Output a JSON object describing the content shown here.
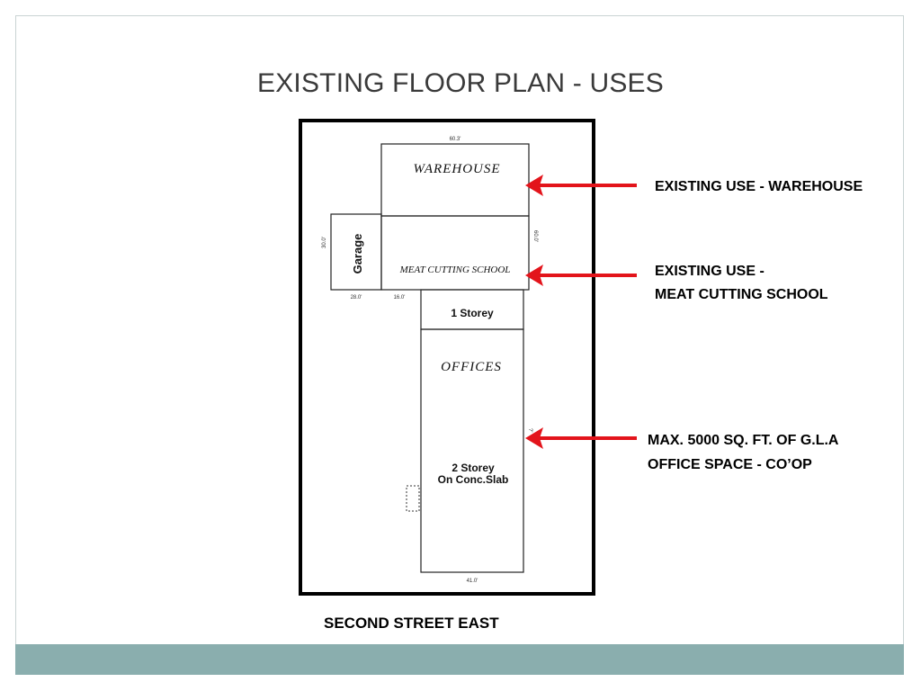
{
  "slide": {
    "title": "EXISTING FLOOR PLAN - USES",
    "street_label": "SECOND STREET EAST"
  },
  "floor_plan": {
    "rooms": {
      "warehouse": "WAREHOUSE",
      "garage": "Garage",
      "meat_cutting_school": "MEAT CUTTING SCHOOL",
      "one_storey": "1 Storey",
      "offices": "OFFICES",
      "two_storey_line1": "2 Storey",
      "two_storey_line2": "On Conc.Slab"
    },
    "dimensions": {
      "top_width": "60.3'",
      "right_side": "60.0'",
      "garage_side": "30.0'",
      "garage_width": "28.0'",
      "school_offset": "16.0'",
      "offices_side": "?'",
      "bottom_width": "41.0'"
    }
  },
  "callouts": {
    "warehouse": "EXISTING USE - WAREHOUSE",
    "school_line1": "EXISTING USE  -",
    "school_line2": "MEAT CUTTING  SCHOOL",
    "offices_line1": "MAX. 5000 SQ. FT. OF G.L.A",
    "offices_line2": "OFFICE SPACE - CO’OP"
  },
  "colors": {
    "arrow": "#e3141b",
    "band": "#8aaeae",
    "frame": "#c9d3d3"
  }
}
